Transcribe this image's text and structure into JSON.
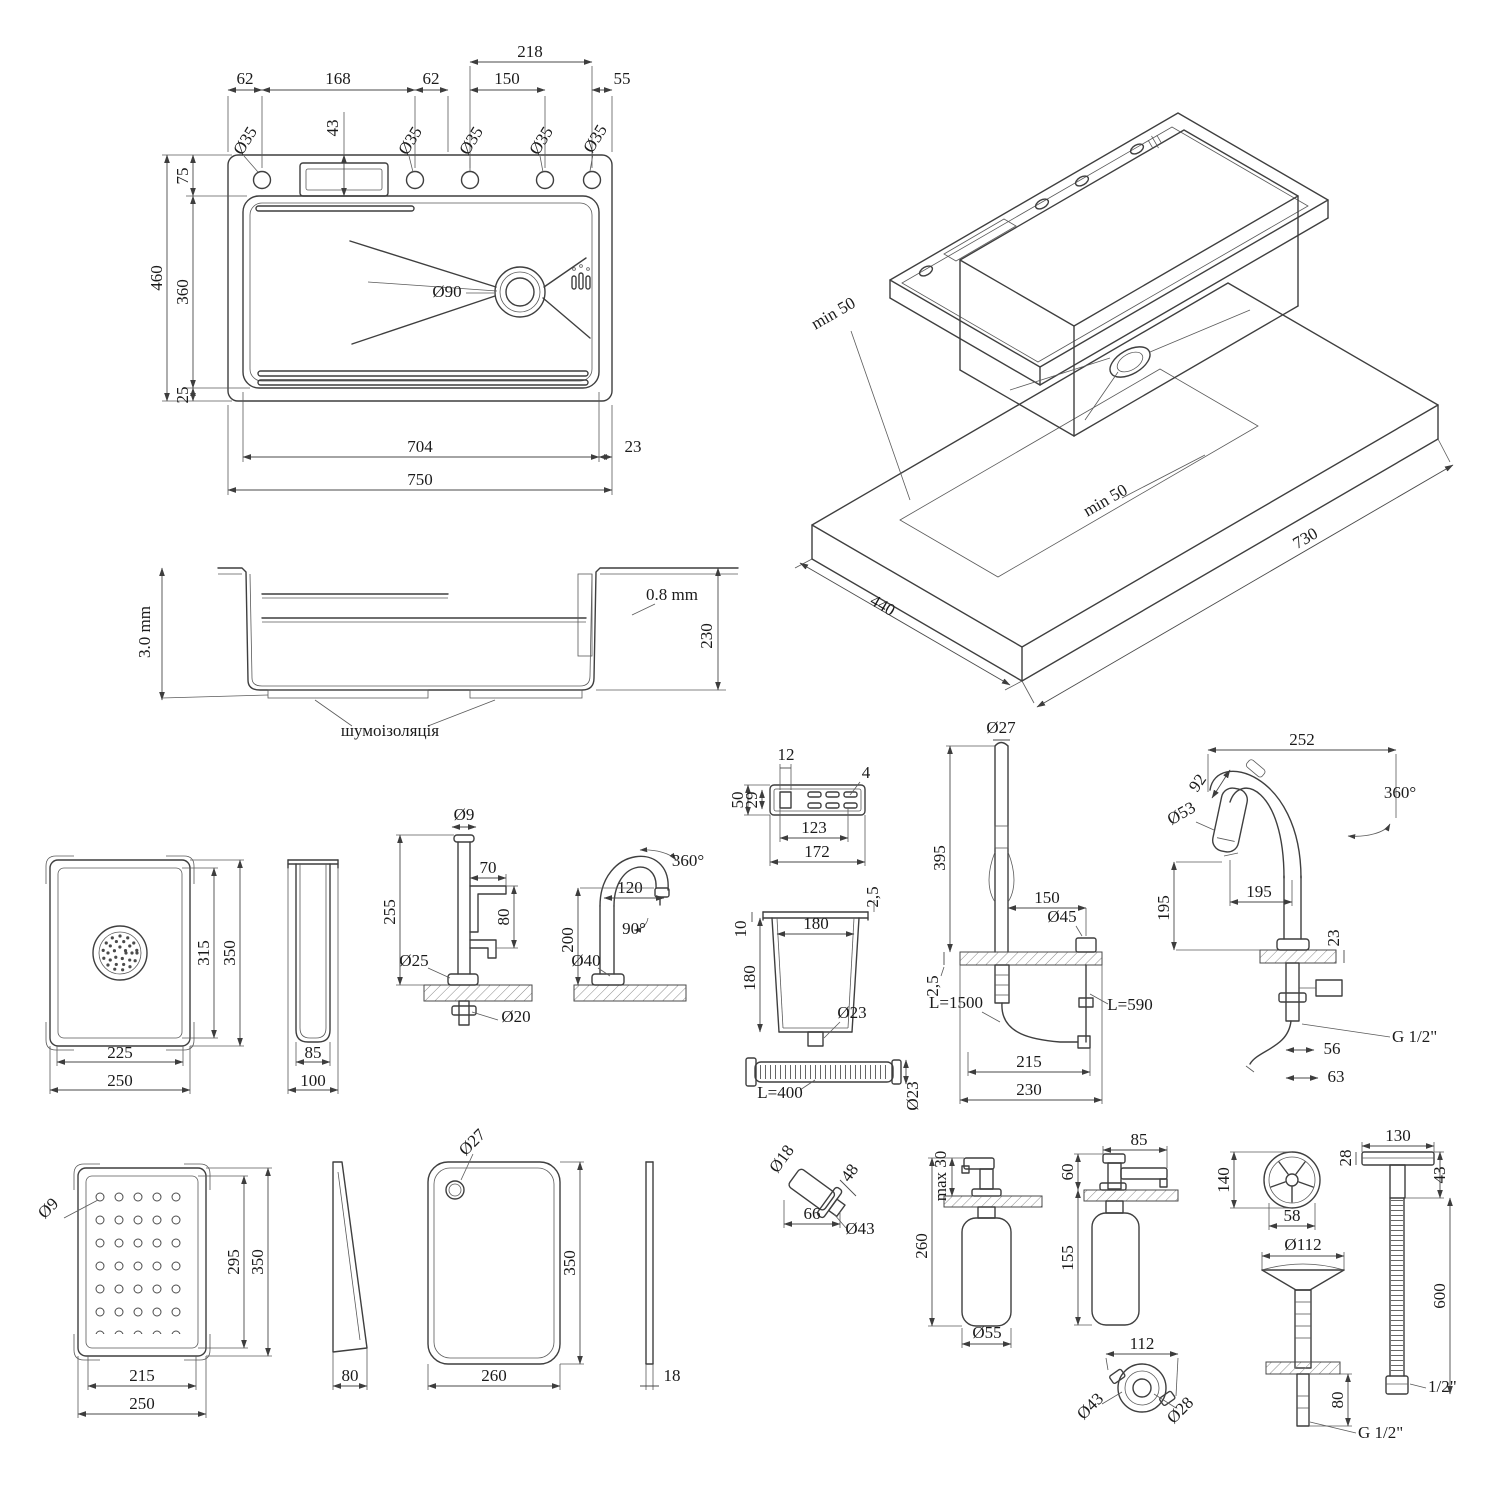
{
  "top_view": {
    "w218": "218",
    "w62a": "62",
    "w168": "168",
    "w62b": "62",
    "w150": "150",
    "w55": "55",
    "dia35": "Ø35",
    "h43": "43",
    "h75": "75",
    "h460": "460",
    "h360": "360",
    "h25": "25",
    "dia90": "Ø90",
    "w704": "704",
    "w23": "23",
    "w750": "750"
  },
  "iso_view": {
    "min50": "min 50",
    "w440": "440",
    "w730": "730"
  },
  "section_view": {
    "wall": "0.8 mm",
    "pad": "3.0 mm",
    "h230": "230",
    "insulation": "шумоізоляція"
  },
  "colander": {
    "h315": "315",
    "h350": "350",
    "w225": "225",
    "w250": "250",
    "side85": "85",
    "side100": "100"
  },
  "cold_tap": {
    "dia9": "Ø9",
    "h255": "255",
    "w70": "70",
    "h80": "80",
    "dia25": "Ø25",
    "dia20": "Ø20"
  },
  "goose_tap": {
    "swivel": "360°",
    "w120": "120",
    "h200": "200",
    "a90": "90°",
    "dia40": "Ø40"
  },
  "tray": {
    "w12": "12",
    "h50": "50",
    "h29": "29",
    "h4": "4",
    "w123": "123",
    "w172": "172"
  },
  "cup": {
    "t10": "10",
    "t25": "2,5",
    "w180": "180",
    "h180": "180",
    "dia23": "Ø23"
  },
  "hose": {
    "len": "L=400",
    "dia23": "Ø23"
  },
  "sensor_tap": {
    "dia27": "Ø27",
    "h395": "395",
    "w150": "150",
    "dia45": "Ø45",
    "t25": "2,5",
    "l1500": "L=1500",
    "l590": "L=590",
    "w215": "215",
    "w230": "230"
  },
  "pullout_tap": {
    "w252": "252",
    "h92": "92",
    "dia53": "Ø53",
    "swivel": "360°",
    "w195": "195",
    "h195": "195",
    "t23": "23",
    "w56": "56",
    "w63": "63",
    "thread": "G 1/2\""
  },
  "perf_tray": {
    "dia9": "Ø9",
    "h295": "295",
    "h350": "350",
    "w215": "215",
    "w250": "250"
  },
  "wedge": {
    "w80": "80"
  },
  "board": {
    "dia27": "Ø27",
    "h350": "350",
    "w260": "260",
    "t18": "18"
  },
  "elbow": {
    "dia18": "Ø18",
    "h48": "48",
    "w66": "66",
    "dia43": "Ø43"
  },
  "disp1": {
    "max30": "max 30",
    "h260": "260",
    "dia55": "Ø55"
  },
  "disp2": {
    "w85": "85",
    "h60": "60",
    "h155": "155"
  },
  "flange": {
    "w112": "112",
    "dia43": "Ø43",
    "dia28": "Ø28"
  },
  "overflow": {
    "h140": "140",
    "w58": "58",
    "w130": "130",
    "t28": "28",
    "h43": "43",
    "h600": "600",
    "dia112": "Ø112",
    "h80": "80",
    "half": "1/2\"",
    "thread": "G 1/2\""
  }
}
